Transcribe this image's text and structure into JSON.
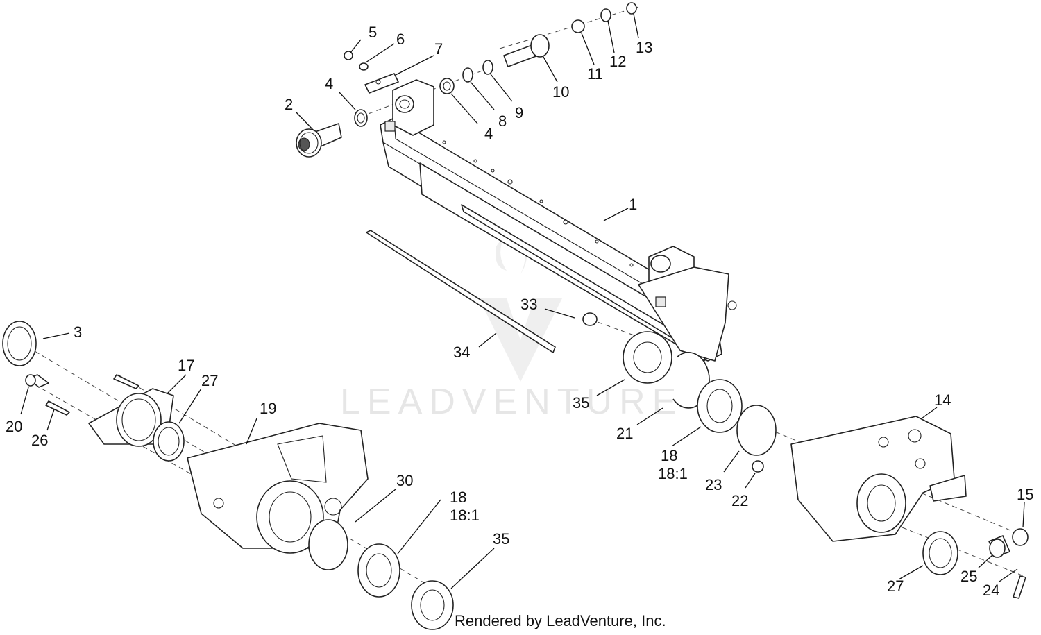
{
  "credit": "Rendered by LeadVenture, Inc.",
  "watermark": "LEADVENTURE",
  "callouts": [
    {
      "id": "c1",
      "text": "1"
    },
    {
      "id": "c2",
      "text": "2"
    },
    {
      "id": "c3",
      "text": "3"
    },
    {
      "id": "c4a",
      "text": "4"
    },
    {
      "id": "c4b",
      "text": "4"
    },
    {
      "id": "c5",
      "text": "5"
    },
    {
      "id": "c6",
      "text": "6"
    },
    {
      "id": "c7",
      "text": "7"
    },
    {
      "id": "c8",
      "text": "8"
    },
    {
      "id": "c9",
      "text": "9"
    },
    {
      "id": "c10",
      "text": "10"
    },
    {
      "id": "c11",
      "text": "11"
    },
    {
      "id": "c12",
      "text": "12"
    },
    {
      "id": "c13",
      "text": "13"
    },
    {
      "id": "c14",
      "text": "14"
    },
    {
      "id": "c15",
      "text": "15"
    },
    {
      "id": "c17",
      "text": "17"
    },
    {
      "id": "c18a",
      "text": "18"
    },
    {
      "id": "c18a2",
      "text": "18:1"
    },
    {
      "id": "c18b",
      "text": "18"
    },
    {
      "id": "c18b2",
      "text": "18:1"
    },
    {
      "id": "c19",
      "text": "19"
    },
    {
      "id": "c20",
      "text": "20"
    },
    {
      "id": "c21",
      "text": "21"
    },
    {
      "id": "c22",
      "text": "22"
    },
    {
      "id": "c23",
      "text": "23"
    },
    {
      "id": "c24",
      "text": "24"
    },
    {
      "id": "c25",
      "text": "25"
    },
    {
      "id": "c26",
      "text": "26"
    },
    {
      "id": "c27a",
      "text": "27"
    },
    {
      "id": "c27b",
      "text": "27"
    },
    {
      "id": "c30",
      "text": "30"
    },
    {
      "id": "c33",
      "text": "33"
    },
    {
      "id": "c34",
      "text": "34"
    },
    {
      "id": "c35a",
      "text": "35"
    },
    {
      "id": "c35b",
      "text": "35"
    }
  ]
}
